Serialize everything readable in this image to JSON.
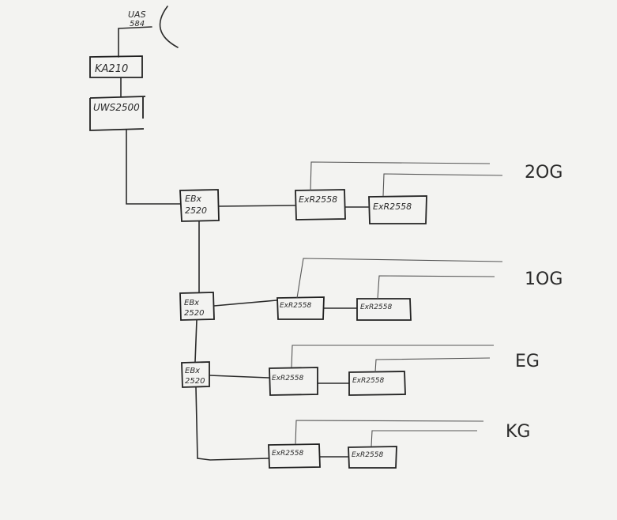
{
  "source": {
    "line1": "UAS",
    "line2": "584"
  },
  "ka": "KA210",
  "uws": "UWS2500",
  "ebx": [
    {
      "line1": "EBx",
      "line2": "2520"
    },
    {
      "line1": "EBx",
      "line2": "2520"
    },
    {
      "line1": "EBx",
      "line2": "2520"
    }
  ],
  "exr": [
    "ExR2558",
    "ExR2558",
    "ExR2558",
    "ExR2558",
    "ExR2558",
    "ExR2558",
    "ExR2558",
    "ExR2558"
  ],
  "floors": [
    "2OG",
    "1OG",
    "EG",
    "KG"
  ]
}
